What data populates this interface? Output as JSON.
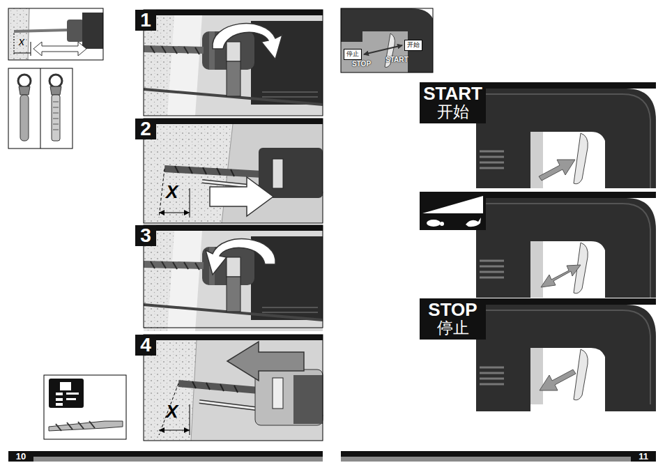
{
  "diagram": {
    "nodes": [
      {
        "text": [
          "1"
        ]
      },
      {
        "text": [
          "2"
        ]
      },
      {
        "text": [
          "3"
        ]
      },
      {
        "text": [
          "4"
        ]
      },
      {
        "text": [
          "停止"
        ]
      },
      {
        "text": [
          "开始"
        ]
      },
      {
        "text": [
          "START",
          "开始"
        ]
      },
      {
        "text": [
          "STOP",
          "停止"
        ]
      },
      {
        "text": [
          "10"
        ]
      },
      {
        "text": [
          "11"
        ]
      }
    ],
    "edges": [
      {
        "from": 4,
        "to": 5,
        "arrow": "both"
      }
    ],
    "labels": [
      "x",
      "X",
      "X",
      "STOP",
      "START"
    ]
  }
}
